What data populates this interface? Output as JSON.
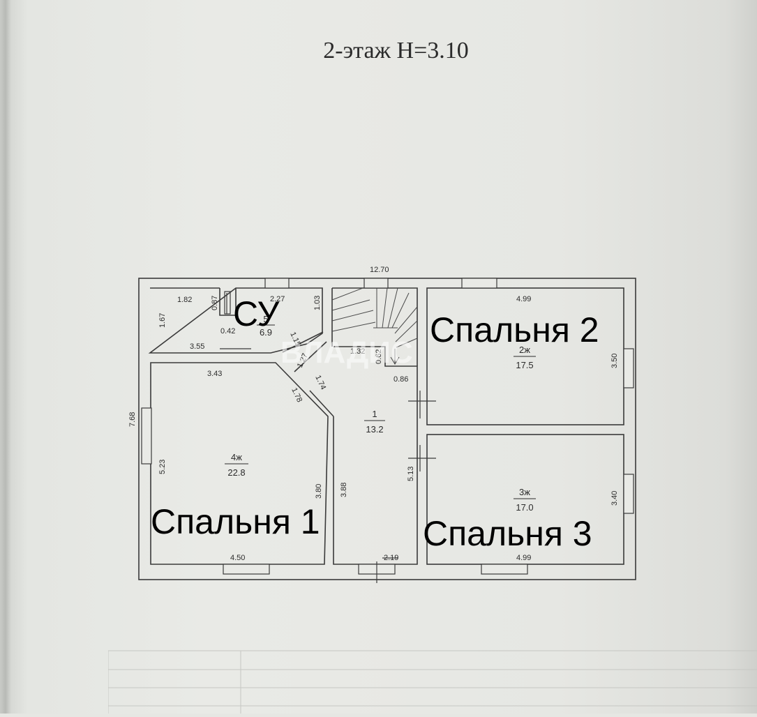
{
  "title": "2-этаж  Н=3.10",
  "watermark": "ВЛАДИС",
  "handwritten_labels": {
    "wc": "СУ",
    "bedroom1": "Спальня 1",
    "bedroom2": "Спальня 2",
    "bedroom3": "Спальня 3"
  },
  "rooms": {
    "r1": {
      "id": "1",
      "area": "13.2"
    },
    "r2": {
      "id": "2ж",
      "area": "17.5"
    },
    "r3": {
      "id": "3ж",
      "area": "17.0"
    },
    "r4": {
      "id": "4ж",
      "area": "22.8"
    },
    "r5": {
      "id": "5",
      "area": "6.9"
    }
  },
  "dimensions": {
    "overall_width": "12.70",
    "overall_depth": "7.68",
    "wc_1_82": "1.82",
    "wc_1_67": "1.67",
    "wc_0_87": "0.87",
    "wc_0_42": "0.42",
    "wc_2_27": "2.27",
    "wc_1_03": "1.03",
    "wc_3_55": "3.55",
    "diag_1_15": "1.15",
    "diag_1_27": "1.27",
    "diag_1_74": "1.74",
    "diag_1_78": "1.78",
    "r4_3_43": "3.43",
    "r4_5_23": "5.23",
    "r4_3_80": "3.80",
    "r4_4_50": "4.50",
    "hall_1_32": "1.32",
    "hall_0_62": "0.62",
    "hall_0_86": "0.86",
    "hall_3_88": "3.88",
    "hall_5_13": "5.13",
    "hall_2_19": "2.19",
    "r2_4_99": "4.99",
    "r2_3_50": "3.50",
    "r3_4_99": "4.99",
    "r3_3_40": "3.40"
  }
}
